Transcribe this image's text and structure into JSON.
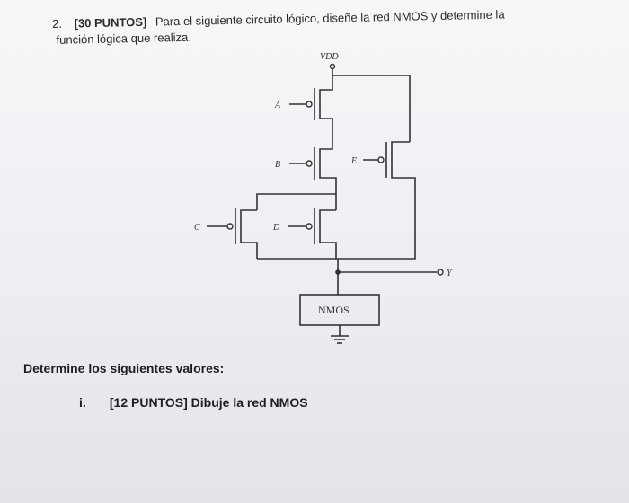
{
  "question": {
    "number": "2.",
    "points": "[30 PUNTOS]",
    "text_line1": "Para el siguiente circuito lógico, diseñe la red NMOS y determine la",
    "text_line2": "función lógica que realiza."
  },
  "circuit": {
    "vdd_label": "VDD",
    "inputs": [
      "A",
      "B",
      "C",
      "D",
      "E"
    ],
    "output_label": "Y",
    "box_label": "NMOS"
  },
  "section_title": "Determine los siguientes valores:",
  "items": [
    {
      "roman": "i.",
      "text": "[12 PUNTOS] Dibuje la red NMOS"
    }
  ]
}
